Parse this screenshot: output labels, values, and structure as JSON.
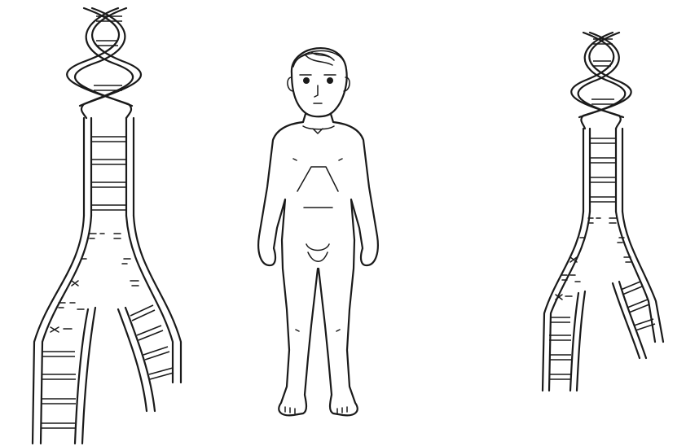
{
  "colors": {
    "line": "#1a1a1a",
    "background": "#ffffff"
  },
  "figure": {
    "panels": [
      {
        "id": "left",
        "description_icon": "dna-replication-fork-icon"
      },
      {
        "id": "center",
        "description_icon": "child-figure-icon"
      },
      {
        "id": "right",
        "description_icon": "dna-replication-fork-icon"
      }
    ]
  }
}
